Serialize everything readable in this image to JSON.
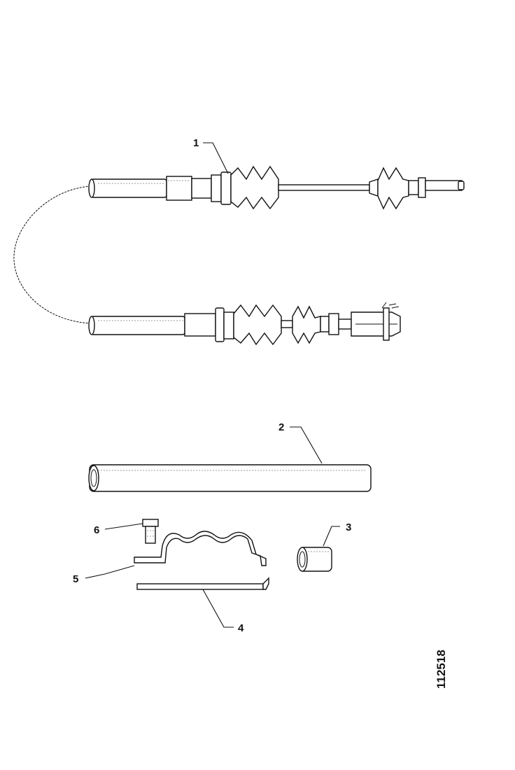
{
  "callouts": [
    {
      "id": "1",
      "label": "1"
    },
    {
      "id": "2",
      "label": "2"
    },
    {
      "id": "3",
      "label": "3"
    },
    {
      "id": "4",
      "label": "4"
    },
    {
      "id": "5",
      "label": "5"
    },
    {
      "id": "6",
      "label": "6"
    }
  ],
  "drawing_reference": "112518"
}
